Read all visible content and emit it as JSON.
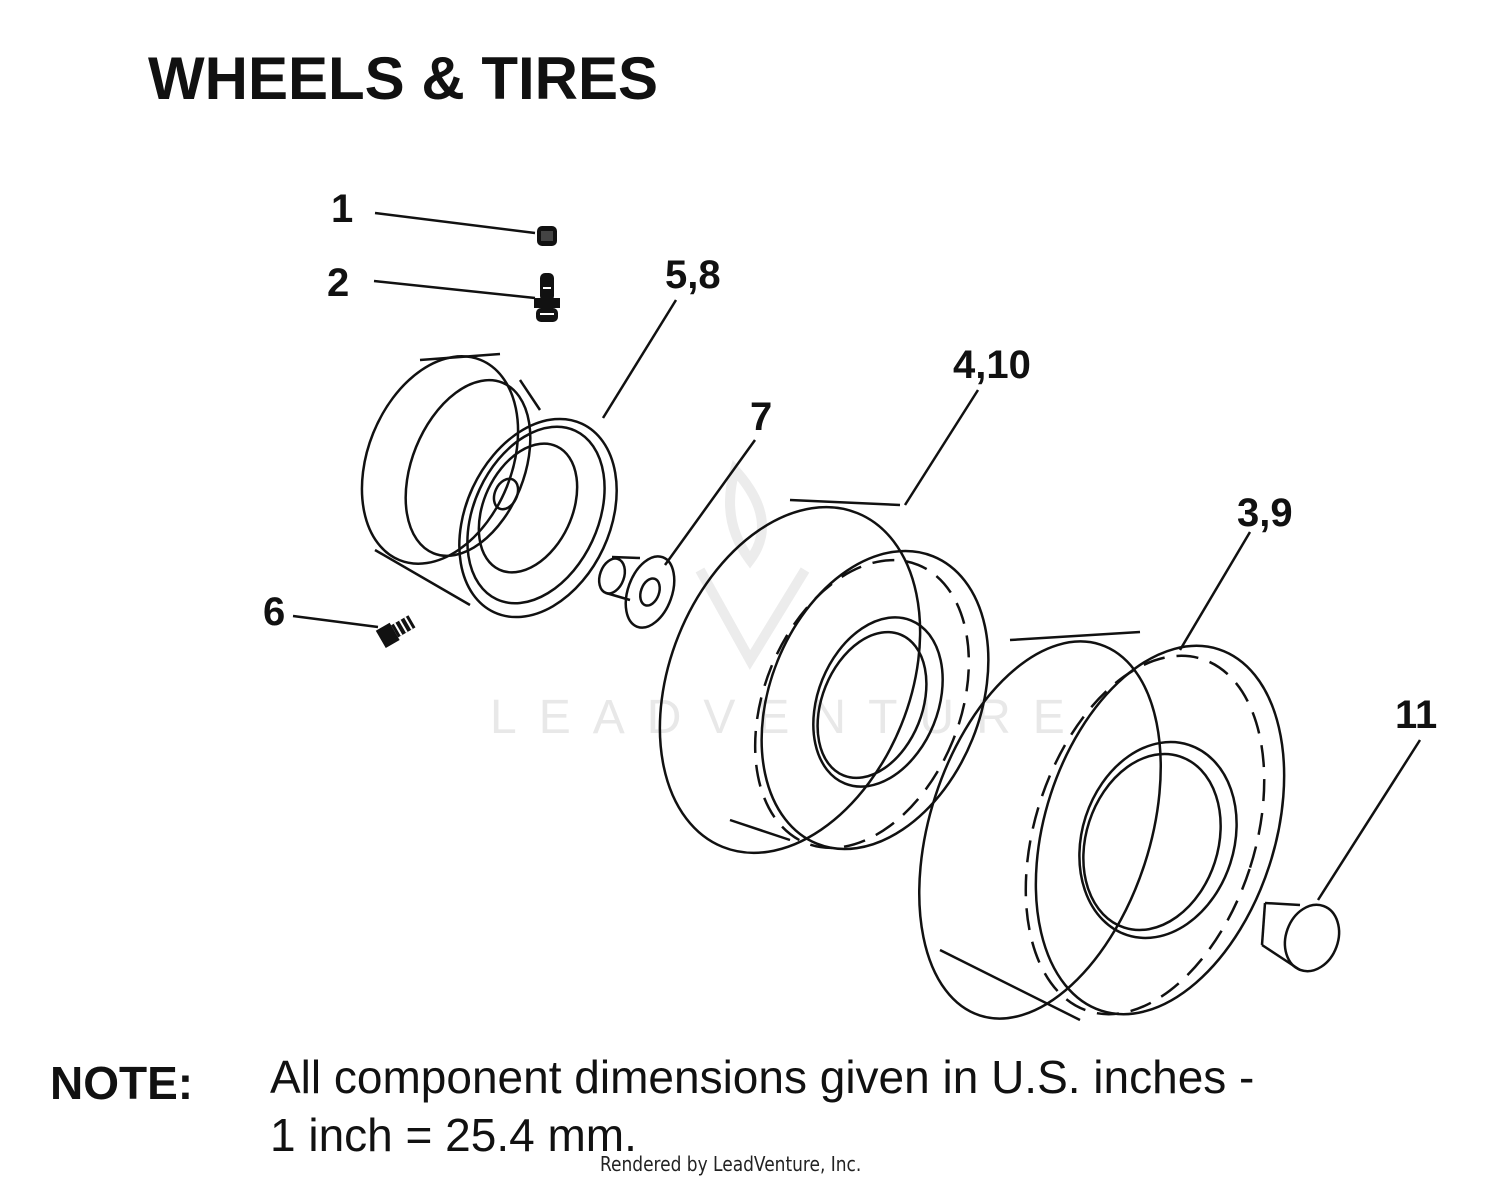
{
  "title": "WHEELS & TIRES",
  "callouts": {
    "c1": "1",
    "c2": "2",
    "c58": "5,8",
    "c410": "4,10",
    "c7": "7",
    "c39": "3,9",
    "c6": "6",
    "c11": "11"
  },
  "note": {
    "label": "NOTE:",
    "line1": "All component dimensions given in U.S. inches -",
    "line2": "1 inch = 25.4 mm."
  },
  "watermark": {
    "text": "LEADVENTURE"
  },
  "footer": {
    "rendered_by": "Rendered by LeadVenture, Inc."
  }
}
